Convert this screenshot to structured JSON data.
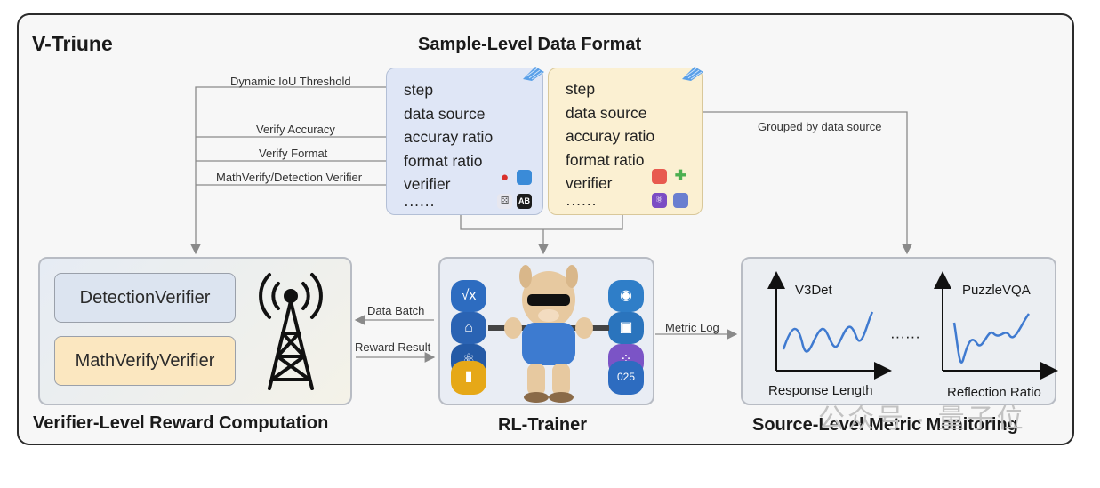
{
  "diagram_title": "V-Triune",
  "sample_format": {
    "title": "Sample-Level Data Format",
    "left_fields": [
      "step",
      "data source",
      "accuray ratio",
      "format ratio",
      "verifier",
      "······"
    ],
    "right_fields": [
      "step",
      "data source",
      "accuray ratio",
      "format ratio",
      "verifier",
      "······"
    ]
  },
  "edge_labels": {
    "dynamic_iou": "Dynamic IoU Threshold",
    "verify_accuracy": "Verify Accuracy",
    "verify_format": "Verify Format",
    "mathverify_detection": "MathVerify/Detection Verifier",
    "grouped_by_source": "Grouped by data source",
    "data_batch": "Data Batch",
    "reward_result": "Reward Result",
    "metric_log": "Metric Log"
  },
  "verifier_panel": {
    "title": "Verifier-Level Reward Computation",
    "detection_verifier": "DetectionVerifier",
    "mathverify_verifier": "MathVerifyVerifier"
  },
  "trainer": {
    "title": "RL-Trainer",
    "left_icons": [
      "√x",
      "house",
      "atom",
      "chart"
    ],
    "right_icons": [
      "pin",
      "image",
      "dots",
      "025"
    ]
  },
  "monitor": {
    "title": "Source-Level Metric Monitoring",
    "plot1_name": "V3Det",
    "plot1_xlabel": "Response Length",
    "plot2_name": "PuzzleVQA",
    "plot2_xlabel": "Reflection Ratio",
    "ellipsis": "······"
  },
  "watermark": "公众号 · 量子位",
  "colors": {
    "blue_card": "#dfe6f6",
    "yellow_card": "#fbf0d2",
    "detection_box": "#dce4f0",
    "math_box": "#fbe7c0",
    "curve": "#3f7ad0"
  }
}
